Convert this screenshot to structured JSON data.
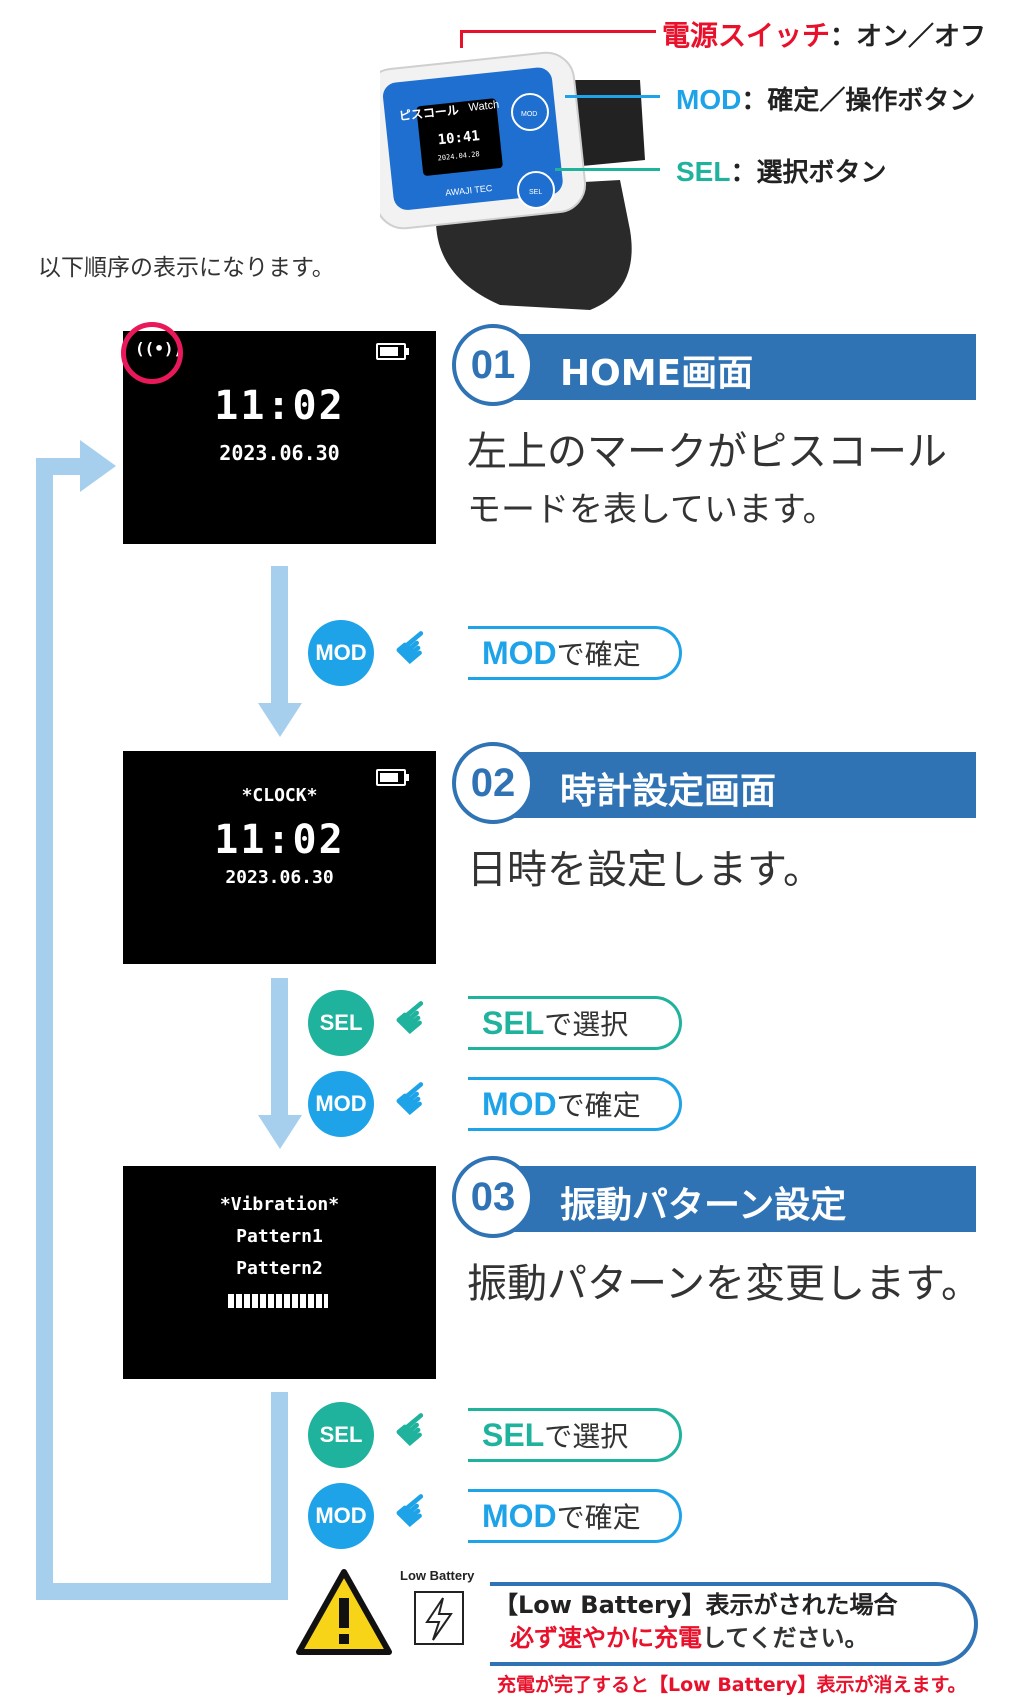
{
  "callouts": {
    "power": {
      "key": "電源スイッチ",
      "desc": "：オン／オフ"
    },
    "mod": {
      "key": "MOD",
      "desc": "：確定／操作ボタン"
    },
    "sel": {
      "key": "SEL",
      "desc": "：選択ボタン"
    }
  },
  "watch": {
    "brand": "ピスコール",
    "model": "Watch",
    "time": "10:41",
    "date": "2024.04.28",
    "maker": "AWAJI TEC",
    "mod_label": "MOD",
    "sel_label": "SEL"
  },
  "intro": "以下順序の表示になります。",
  "steps": [
    {
      "num": "01",
      "title": "HOME画面",
      "desc_lines": [
        "左上のマークがピスコール",
        "モードを表しています。"
      ],
      "screen": {
        "signal": "((•))",
        "time": "11:02",
        "date": "2023.06.30"
      }
    },
    {
      "num": "02",
      "title": "時計設定画面",
      "desc_lines": [
        "日時を設定します。"
      ],
      "screen": {
        "heading": "*CLOCK*",
        "time": "11:02",
        "date": "2023.06.30"
      }
    },
    {
      "num": "03",
      "title": "振動パターン設定",
      "desc_lines": [
        "振動パターンを変更します。"
      ],
      "screen": {
        "heading": "*Vibration*",
        "line1": "Pattern1",
        "line2": "Pattern2"
      }
    }
  ],
  "actions": {
    "mod": {
      "circle": "MOD",
      "key": "MOD",
      "text": "で確定"
    },
    "sel": {
      "circle": "SEL",
      "key": "SEL",
      "text": "で選択"
    }
  },
  "warning": {
    "battery_label": "Low Battery",
    "line1": "【Low Battery】表示がされた場合",
    "line2_red": "必ず速やかに充電",
    "line2_rest": "してください。",
    "footnote": "充電が完了すると【Low Battery】表示が消えます。"
  },
  "colors": {
    "blue": "#2f73b5",
    "mod": "#1fa3e8",
    "sel": "#1fb29c",
    "red": "#e8102a",
    "flow": "#a6cfee"
  }
}
